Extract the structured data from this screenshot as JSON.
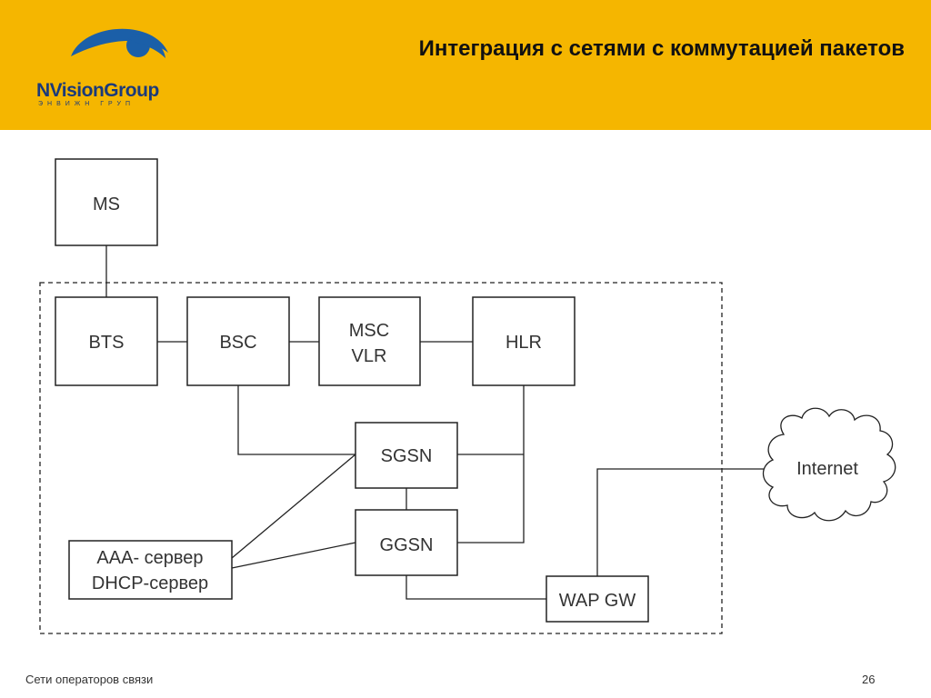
{
  "header": {
    "title": "Интеграция с сетями с коммутацией пакетов",
    "logo_name": "NVisionGroup",
    "logo_sub": "ЭНВИЖН ГРУП",
    "background_color": "#f5b600"
  },
  "diagram": {
    "nodes": {
      "ms": "MS",
      "bts": "BTS",
      "bsc": "BSC",
      "msc_line1": "MSC",
      "msc_line2": "VLR",
      "hlr": "HLR",
      "sgsn": "SGSN",
      "ggsn": "GGSN",
      "aaa_line1": "AAA- сервер",
      "aaa_line2": "DHCP-сервер",
      "wap": "WAP GW",
      "internet": "Internet"
    }
  },
  "footer": {
    "left": "Сети операторов связи",
    "page_number": "26"
  }
}
